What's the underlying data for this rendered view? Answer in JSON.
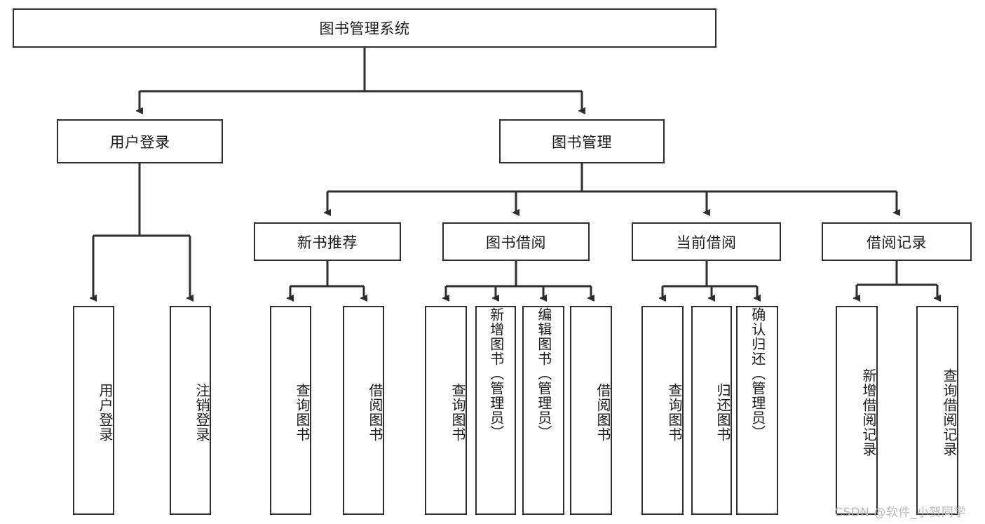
{
  "diagram": {
    "type": "tree-hierarchy",
    "title": "图书管理系统",
    "watermark": "CSDN @软件_小贺同学",
    "colors": {
      "box_border": "#2e2e2e",
      "box_fill": "#ffffff",
      "edge": "#2e2e2e",
      "text": "#1a1a1a",
      "watermark": "#b9b9b9"
    },
    "nodes": {
      "root": {
        "label": "图书管理系统",
        "level": 0,
        "orientation": "horizontal"
      },
      "l1": [
        {
          "id": "user-login",
          "label": "用户登录",
          "orientation": "horizontal"
        },
        {
          "id": "book-manage",
          "label": "图书管理",
          "orientation": "horizontal"
        }
      ],
      "l2": [
        {
          "id": "new-book-recommend",
          "label": "新书推荐",
          "orientation": "horizontal",
          "parent": "book-manage"
        },
        {
          "id": "book-borrow",
          "label": "图书借阅",
          "orientation": "horizontal",
          "parent": "book-manage"
        },
        {
          "id": "current-borrow",
          "label": "当前借阅",
          "orientation": "horizontal",
          "parent": "book-manage"
        },
        {
          "id": "borrow-record",
          "label": "借阅记录",
          "orientation": "horizontal",
          "parent": "book-manage"
        }
      ],
      "leaves": [
        {
          "id": "leaf-user-login",
          "label": "用户登录",
          "parent": "user-login",
          "orientation": "vertical"
        },
        {
          "id": "leaf-logout-login",
          "label": "注销登录",
          "parent": "user-login",
          "orientation": "vertical"
        },
        {
          "id": "leaf-query-book-1",
          "label": "查询图书",
          "parent": "new-book-recommend",
          "orientation": "vertical"
        },
        {
          "id": "leaf-borrow-book-1",
          "label": "借阅图书",
          "parent": "new-book-recommend",
          "orientation": "vertical"
        },
        {
          "id": "leaf-query-book-2",
          "label": "查询图书",
          "parent": "book-borrow",
          "orientation": "vertical"
        },
        {
          "id": "leaf-add-book",
          "label": "新增图书（管理员）",
          "parent": "book-borrow",
          "orientation": "vertical"
        },
        {
          "id": "leaf-edit-book",
          "label": "编辑图书（管理员）",
          "parent": "book-borrow",
          "orientation": "vertical"
        },
        {
          "id": "leaf-borrow-book-2",
          "label": "借阅图书",
          "parent": "book-borrow",
          "orientation": "vertical"
        },
        {
          "id": "leaf-query-book-3",
          "label": "查询图书",
          "parent": "current-borrow",
          "orientation": "vertical"
        },
        {
          "id": "leaf-return-book",
          "label": "归还图书",
          "parent": "current-borrow",
          "orientation": "vertical"
        },
        {
          "id": "leaf-confirm-return",
          "label": "确认归还（管理员）",
          "parent": "current-borrow",
          "orientation": "vertical"
        },
        {
          "id": "leaf-add-record",
          "label": "新增借阅记录",
          "parent": "borrow-record",
          "orientation": "vertical"
        },
        {
          "id": "leaf-query-record",
          "label": "查询借阅记录",
          "parent": "borrow-record",
          "orientation": "vertical"
        }
      ]
    }
  }
}
